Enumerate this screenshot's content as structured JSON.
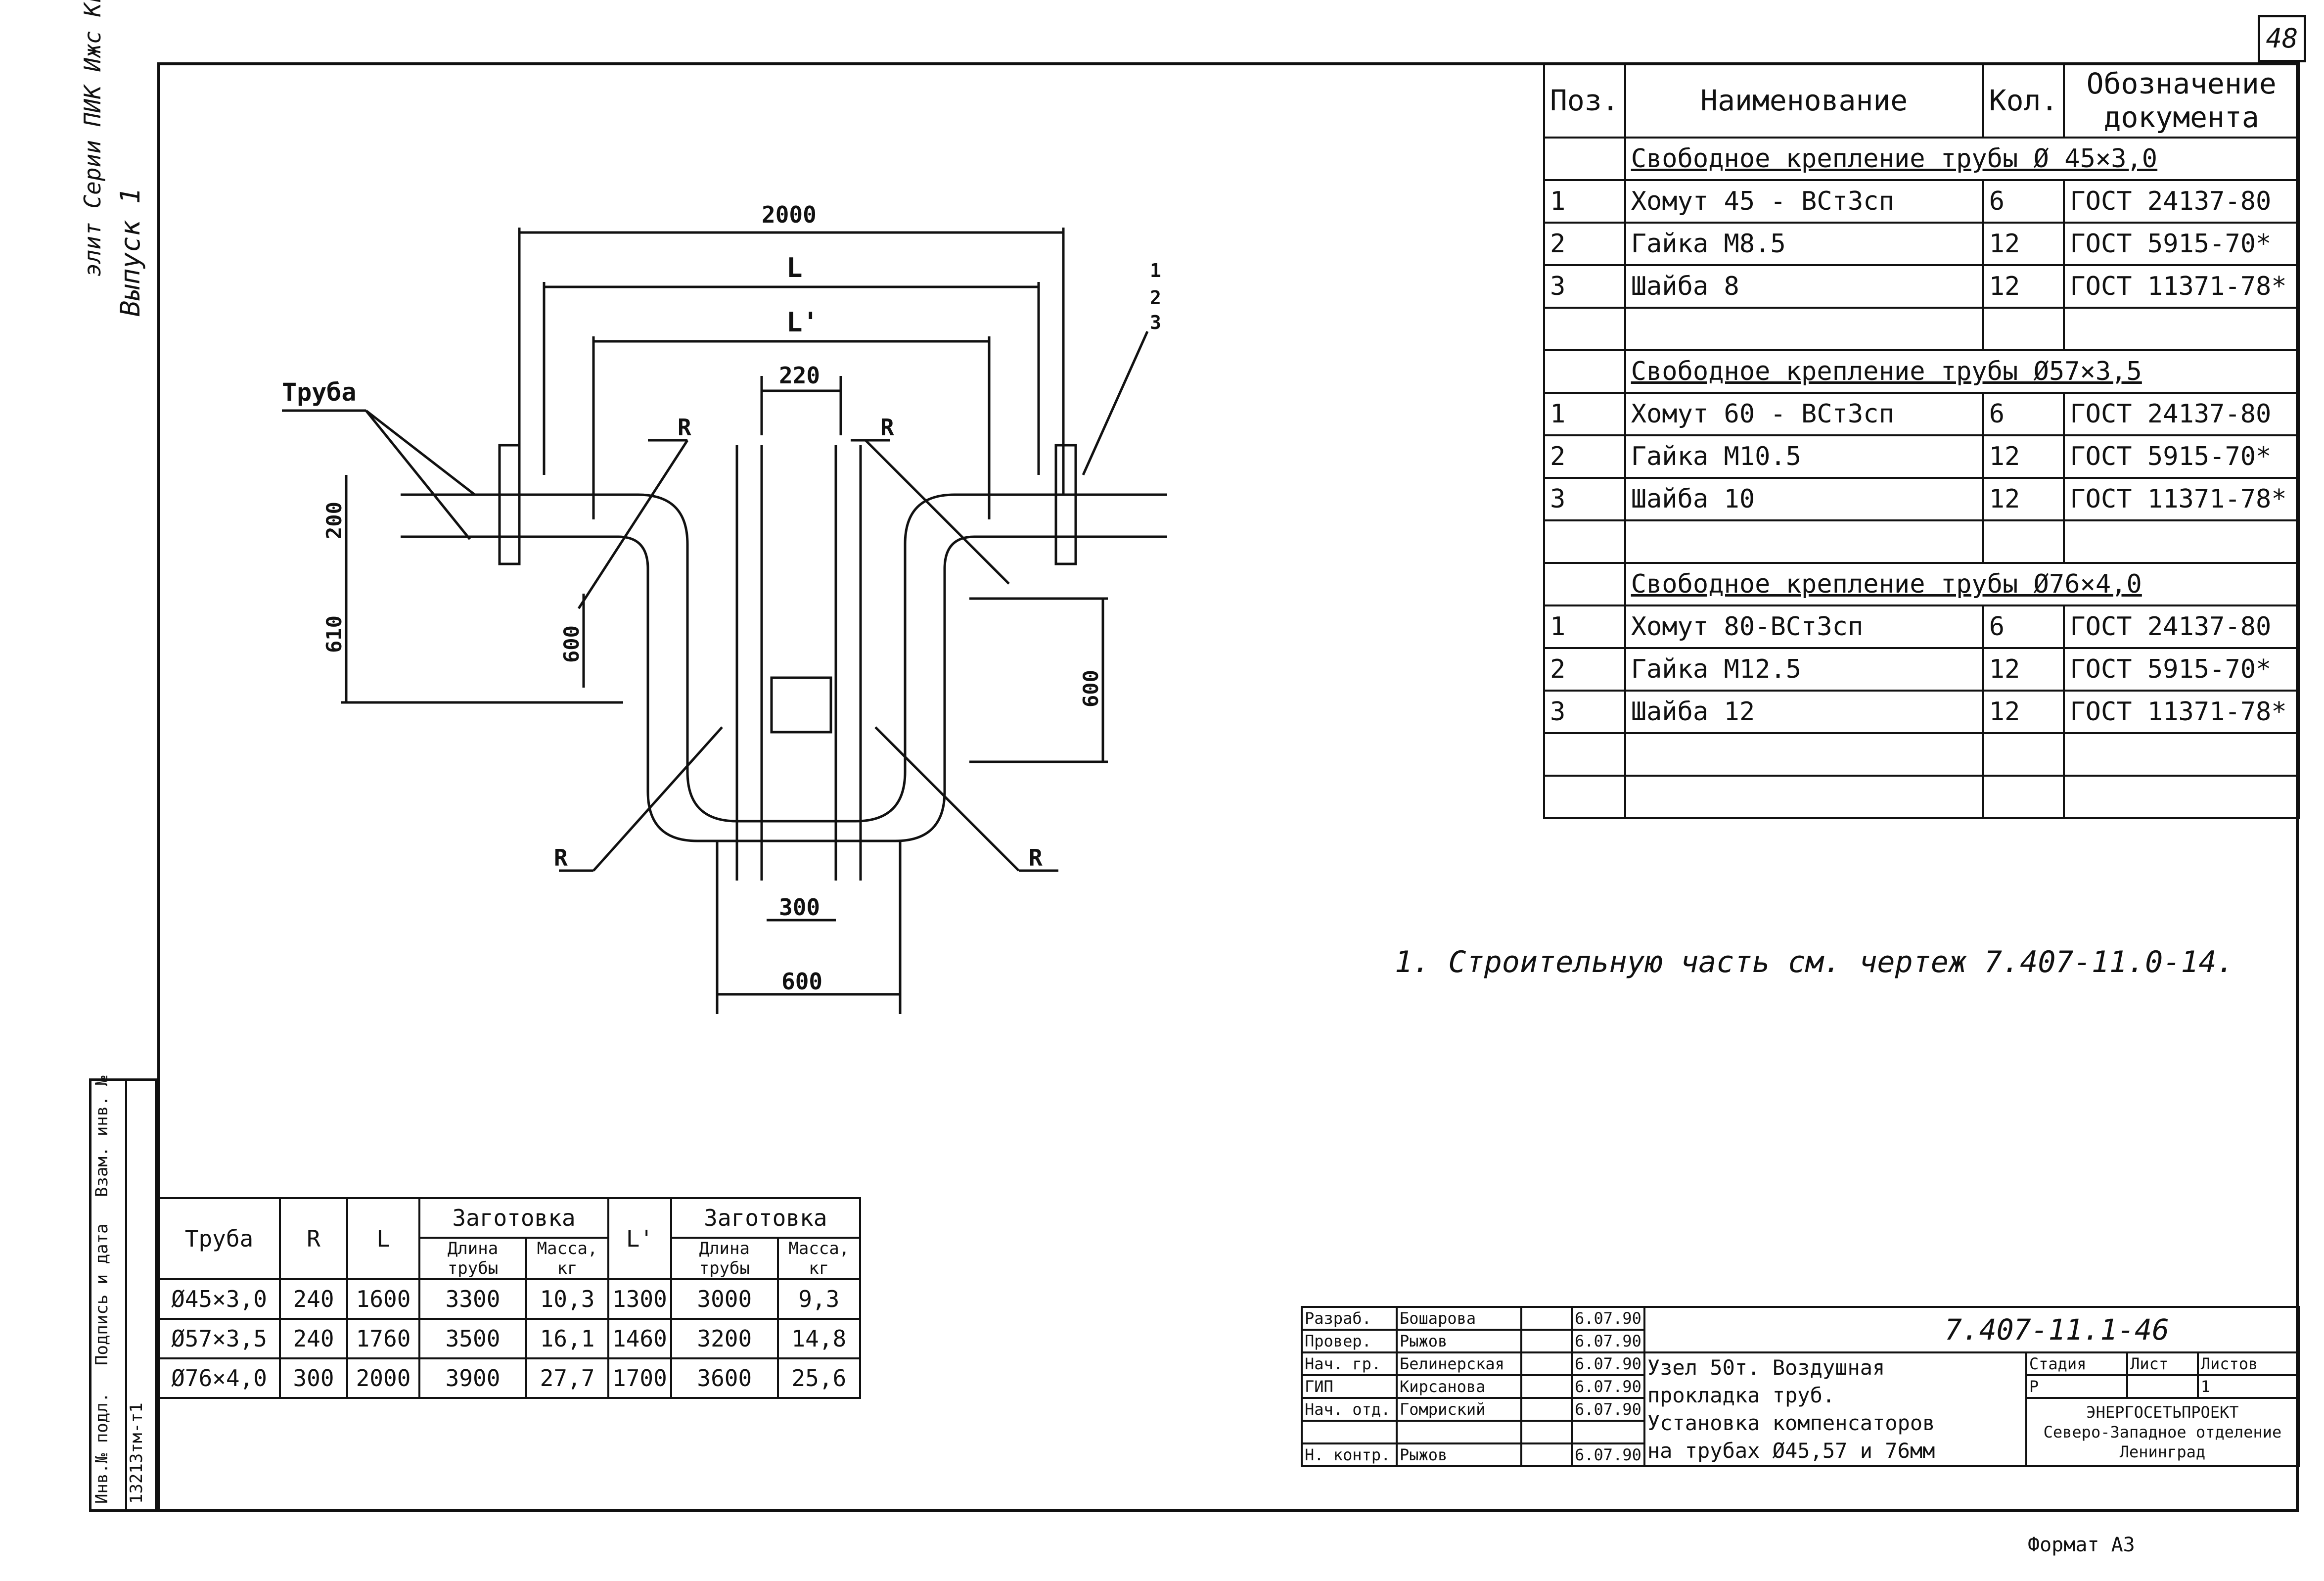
{
  "sheet_number": "48",
  "left_margin_stamp": [
    "элит Серии ПИК Ижс Кижиганова",
    "Выпуск 1"
  ],
  "drawing": {
    "dim_2000": "2000",
    "dim_L": "L",
    "dim_L_prime": "L'",
    "dim_220": "220",
    "dim_200": "200",
    "dim_610": "610",
    "dim_600_left": "600",
    "dim_600_right": "600",
    "dim_300": "300",
    "dim_600_bottom": "600",
    "label_pipe": "Труба",
    "label_R": "R",
    "callout": [
      "1",
      "2",
      "3"
    ]
  },
  "spec_table": {
    "headers": [
      "Поз.",
      "Наименование",
      "Кол.",
      "Обозначение документа"
    ],
    "groups": [
      {
        "title": "Свободное крепление трубы Ø 45×3,0",
        "rows": [
          [
            "1",
            "Хомут 45 - ВСт3сп",
            "6",
            "ГОСТ 24137-80"
          ],
          [
            "2",
            "Гайка М8.5",
            "12",
            "ГОСТ 5915-70*"
          ],
          [
            "3",
            "Шайба 8",
            "12",
            "ГОСТ 11371-78*"
          ]
        ]
      },
      {
        "title": "Свободное крепление трубы Ø57×3,5",
        "rows": [
          [
            "1",
            "Хомут 60 - ВСт3сп",
            "6",
            "ГОСТ 24137-80"
          ],
          [
            "2",
            "Гайка М10.5",
            "12",
            "ГОСТ 5915-70*"
          ],
          [
            "3",
            "Шайба 10",
            "12",
            "ГОСТ 11371-78*"
          ]
        ]
      },
      {
        "title": "Свободное крепление трубы Ø76×4,0",
        "rows": [
          [
            "1",
            "Хомут 80-ВСт3сп",
            "6",
            "ГОСТ 24137-80"
          ],
          [
            "2",
            "Гайка М12.5",
            "12",
            "ГОСТ 5915-70*"
          ],
          [
            "3",
            "Шайба 12",
            "12",
            "ГОСТ 11371-78*"
          ]
        ]
      }
    ]
  },
  "note": "1. Строительную часть см. чертеж 7.407-11.0-14.",
  "pipe_table": {
    "headers": [
      "Труба",
      "R",
      "L",
      "Заготовка",
      "L'",
      "Заготовка"
    ],
    "subheaders": [
      "Длина трубы",
      "Масса, кг",
      "Длина трубы",
      "Масса, кг"
    ],
    "rows": [
      [
        "Ø45×3,0",
        "240",
        "1600",
        "3300",
        "10,3",
        "1300",
        "3000",
        "9,3"
      ],
      [
        "Ø57×3,5",
        "240",
        "1760",
        "3500",
        "16,1",
        "1460",
        "3200",
        "14,8"
      ],
      [
        "Ø76×4,0",
        "300",
        "2000",
        "3900",
        "27,7",
        "1700",
        "3600",
        "25,6"
      ]
    ]
  },
  "title_block": {
    "code": "7.407-11.1-46",
    "roles": [
      "Разраб.",
      "Провер.",
      "Нач. гр.",
      "ГИП",
      "Нач. отд.",
      "",
      "Н. контр."
    ],
    "names": [
      "Бошарова",
      "Рыжов",
      "Белинерская",
      "Кирсанова",
      "Гомриский",
      "",
      "Рыжов"
    ],
    "dates": [
      "6.07.90",
      "6.07.90",
      "6.07.90",
      "6.07.90",
      "6.07.90",
      "",
      "6.07.90"
    ],
    "description": [
      "Узел 50т. Воздушная",
      "прокладка труб.",
      "Установка компенсаторов",
      "на трубах Ø45,57 и 76мм"
    ],
    "stage_label": "Стадия",
    "sheet_label": "Лист",
    "sheets_label": "Листов",
    "stage": "Р",
    "sheet": "",
    "sheets": "1",
    "org": [
      "ЭНЕРГОСЕТЬПРОЕКТ",
      "Северо-Западное отделение",
      "Ленинград"
    ]
  },
  "side_stamp": [
    "Инв.№ подл.",
    "Подпись и дата",
    "Взам. инв. №"
  ],
  "side_stamp_value": "13213тм-т1",
  "format": "Формат А3"
}
